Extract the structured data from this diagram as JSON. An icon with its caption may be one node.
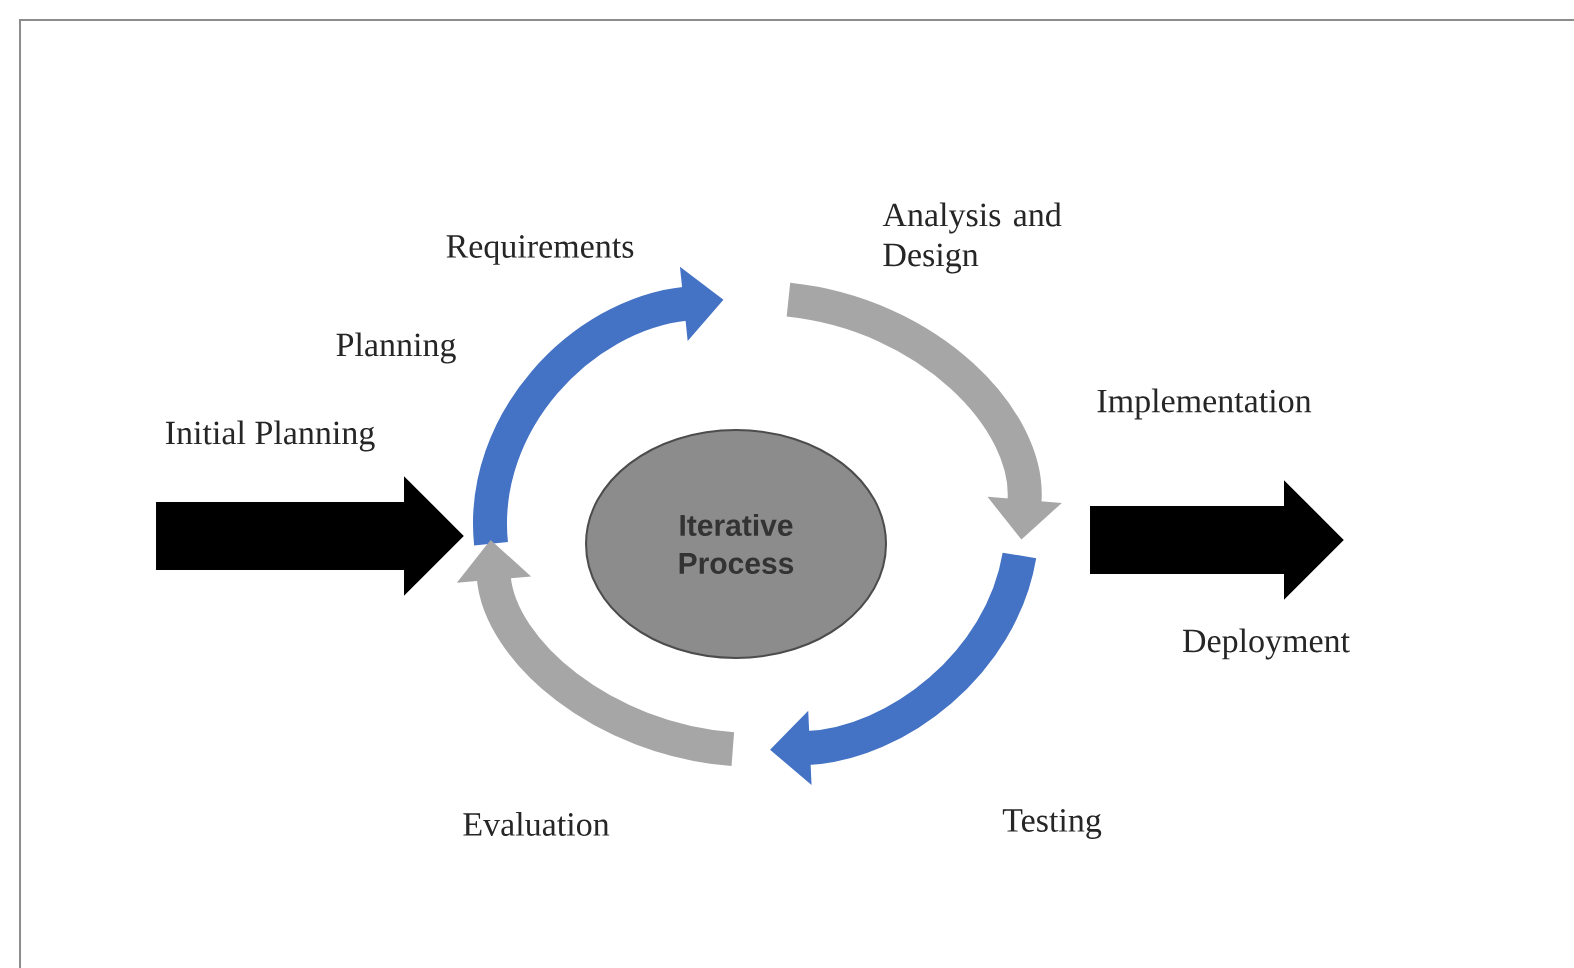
{
  "diagram": {
    "nodes": [
      {
        "text": [
          "Iterative Process"
        ]
      }
    ],
    "labels": [
      "Analysis and Design",
      "Requirements",
      "Planning",
      "Implementation",
      "Initial Planning",
      "Deployment",
      "Evaluation",
      "Testing"
    ]
  }
}
